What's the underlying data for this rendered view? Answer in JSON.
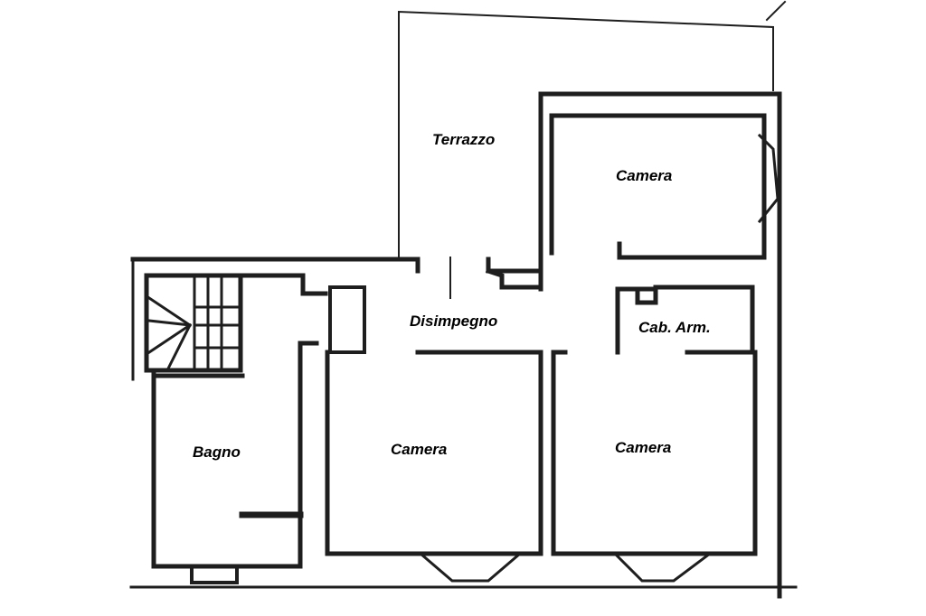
{
  "rooms": {
    "terrazzo": "Terrazzo",
    "camera_top": "Camera",
    "disimpegno": "Disimpegno",
    "cab_arm": "Cab. Arm.",
    "bagno": "Bagno",
    "camera_mid": "Camera",
    "camera_right": "Camera"
  }
}
